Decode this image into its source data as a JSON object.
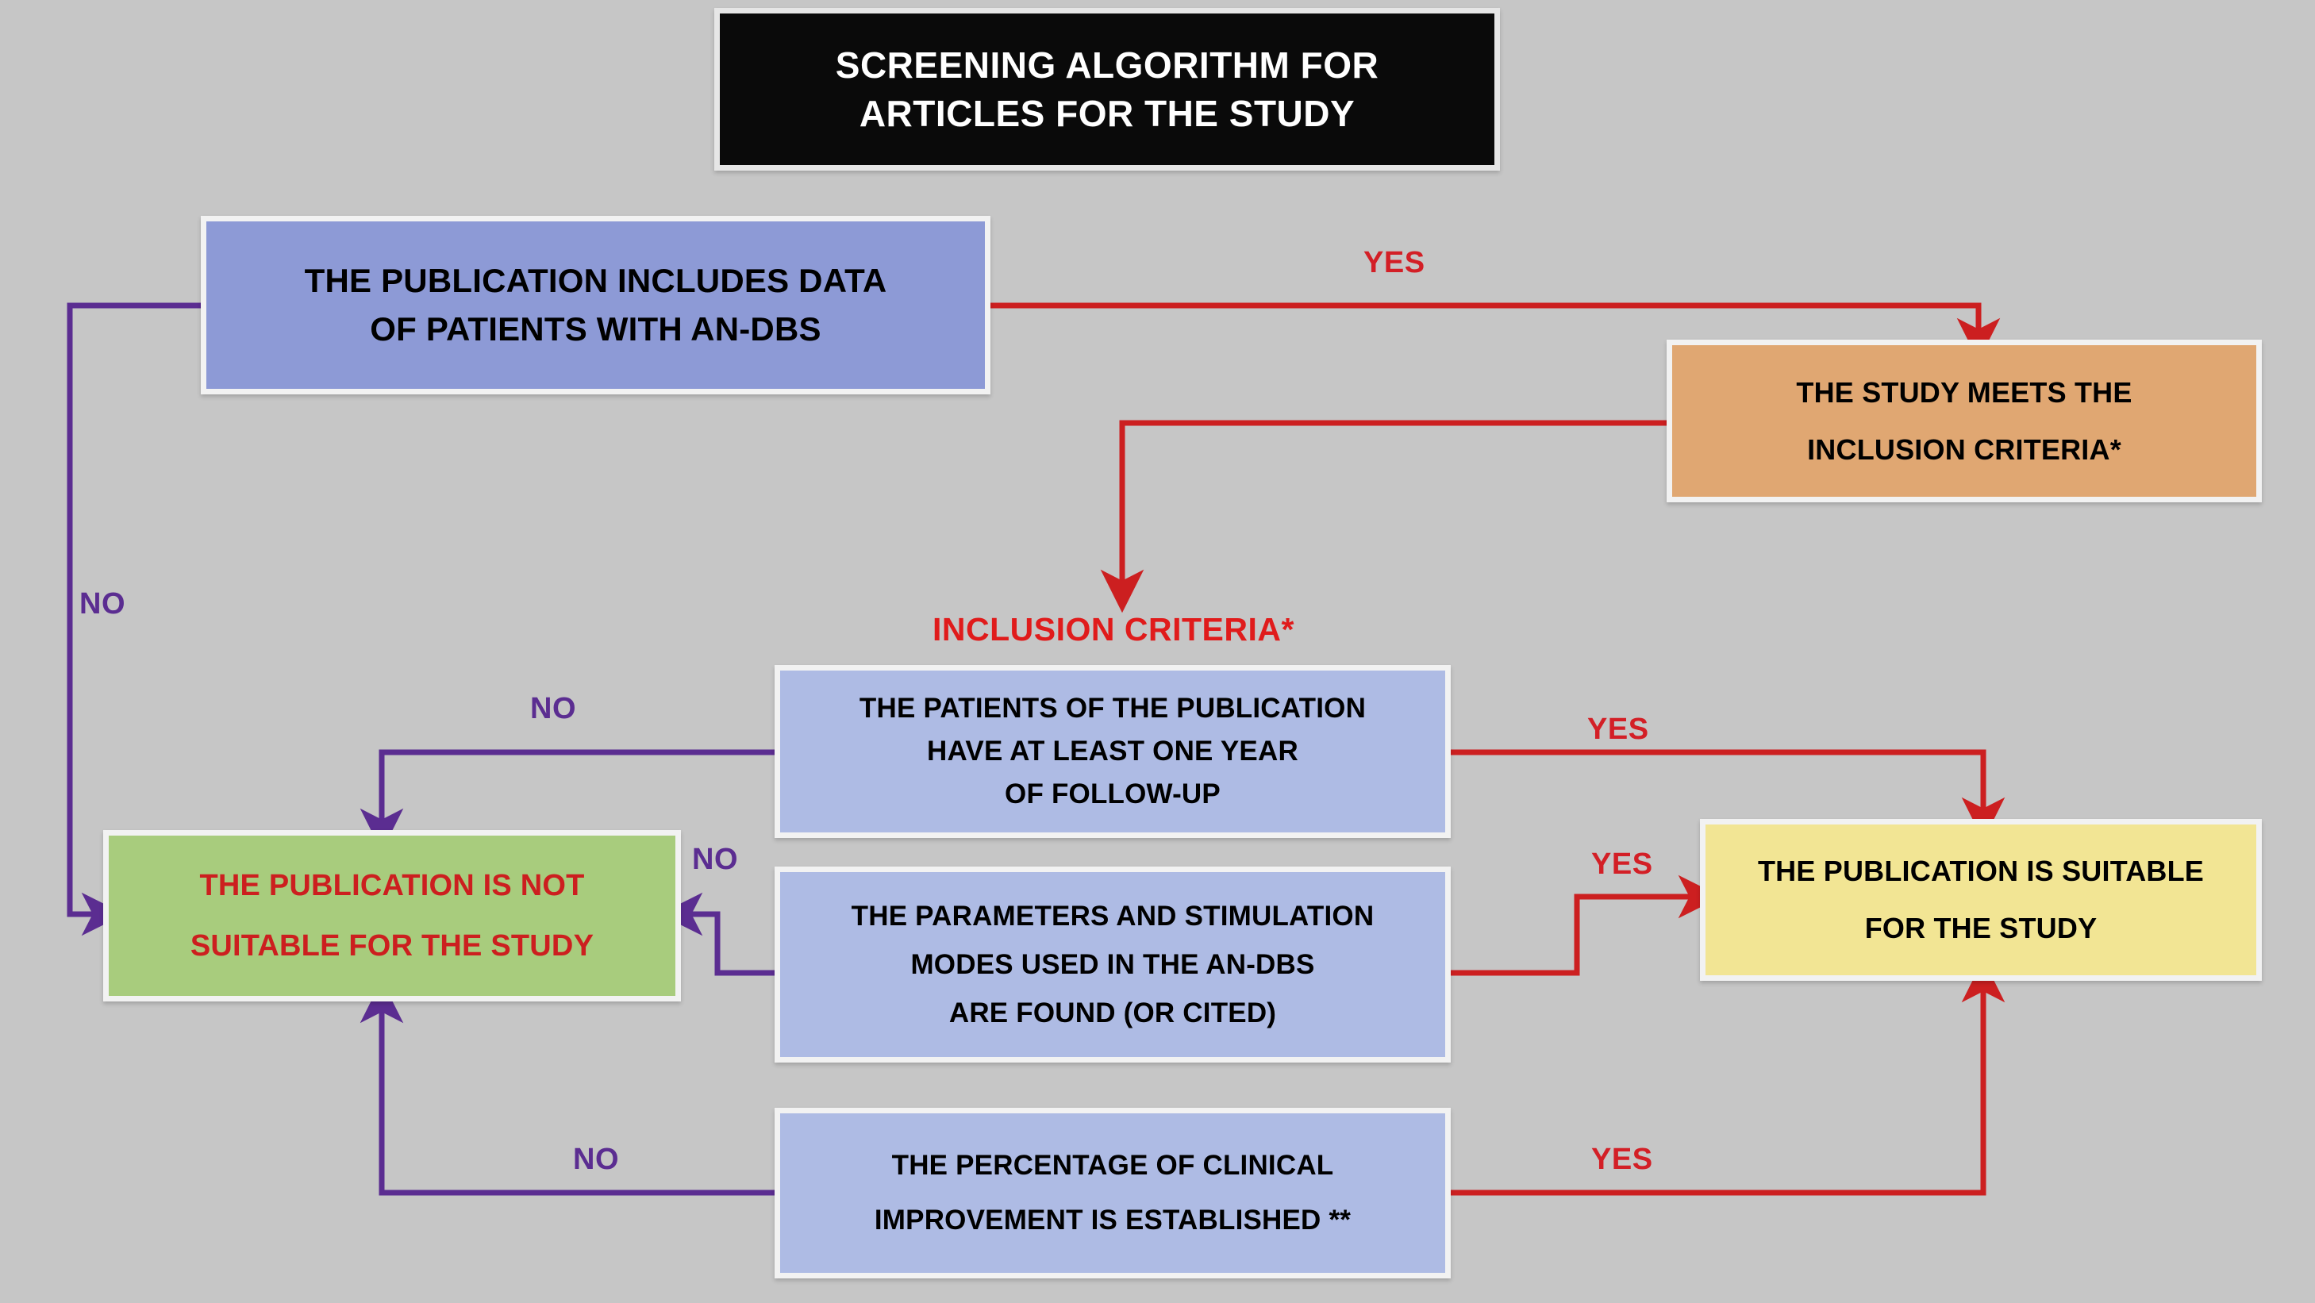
{
  "diagram": {
    "title": "SCREENING ALGORITHM FOR ARTICLES FOR THE STUDY",
    "title_line1": "SCREENING ALGORITHM FOR",
    "title_line2": "ARTICLES FOR THE STUDY",
    "background_color": "#c6c6c6",
    "yes_color": "#d31f26",
    "no_color": "#5b2d91",
    "criteria_header": "INCLUSION CRITERIA*"
  },
  "nodes": {
    "publication_data": {
      "line1": "THE PUBLICATION INCLUDES DATA",
      "line2": "OF PATIENTS WITH AN-DBS",
      "color": "#8d9ad6"
    },
    "meets_criteria": {
      "line1": "THE STUDY MEETS THE",
      "line2": "INCLUSION CRITERIA*",
      "color": "#e0a772"
    },
    "criterion_followup": {
      "line1": "THE PATIENTS OF THE PUBLICATION",
      "line2": "HAVE AT LEAST ONE YEAR",
      "line3": "OF FOLLOW-UP",
      "color": "#aebbe4"
    },
    "criterion_parameters": {
      "line1": "THE PARAMETERS AND STIMULATION",
      "line2": "MODES USED IN THE AN-DBS",
      "line3": "ARE FOUND (OR CITED)",
      "color": "#aebbe4"
    },
    "criterion_improvement": {
      "line1": "THE PERCENTAGE OF CLINICAL",
      "line2": "IMPROVEMENT IS ESTABLISHED **",
      "color": "#aebbe4"
    },
    "not_suitable": {
      "line1": "THE PUBLICATION IS NOT",
      "line2": "SUITABLE FOR THE STUDY",
      "color": "#a8cc7d",
      "text_color": "#cc1f1f"
    },
    "suitable": {
      "line1": "THE PUBLICATION IS SUITABLE",
      "line2": "FOR THE STUDY",
      "color": "#f2e594"
    }
  },
  "edges": {
    "pub_yes": "YES",
    "pub_no": "NO",
    "followup_yes": "YES",
    "followup_no": "NO",
    "parameters_yes": "YES",
    "parameters_no": "NO",
    "improvement_yes": "YES",
    "improvement_no": "NO"
  }
}
